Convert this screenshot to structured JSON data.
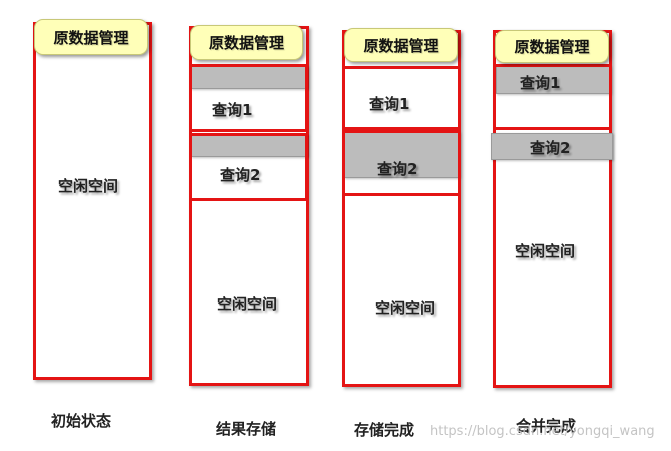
{
  "labels": {
    "meta": "原数据管理",
    "free": "空闲空间",
    "q1": "查询1",
    "q2": "查询2"
  },
  "captions": [
    "初始状态",
    "结果存储",
    "存储完成",
    "合并完成"
  ],
  "watermark": "https://blog.csdn.net/yongqi_wang",
  "colors": {
    "border": "#e41414",
    "tag_fill": "#ffffb8",
    "block_fill": "#bcbcbc"
  }
}
